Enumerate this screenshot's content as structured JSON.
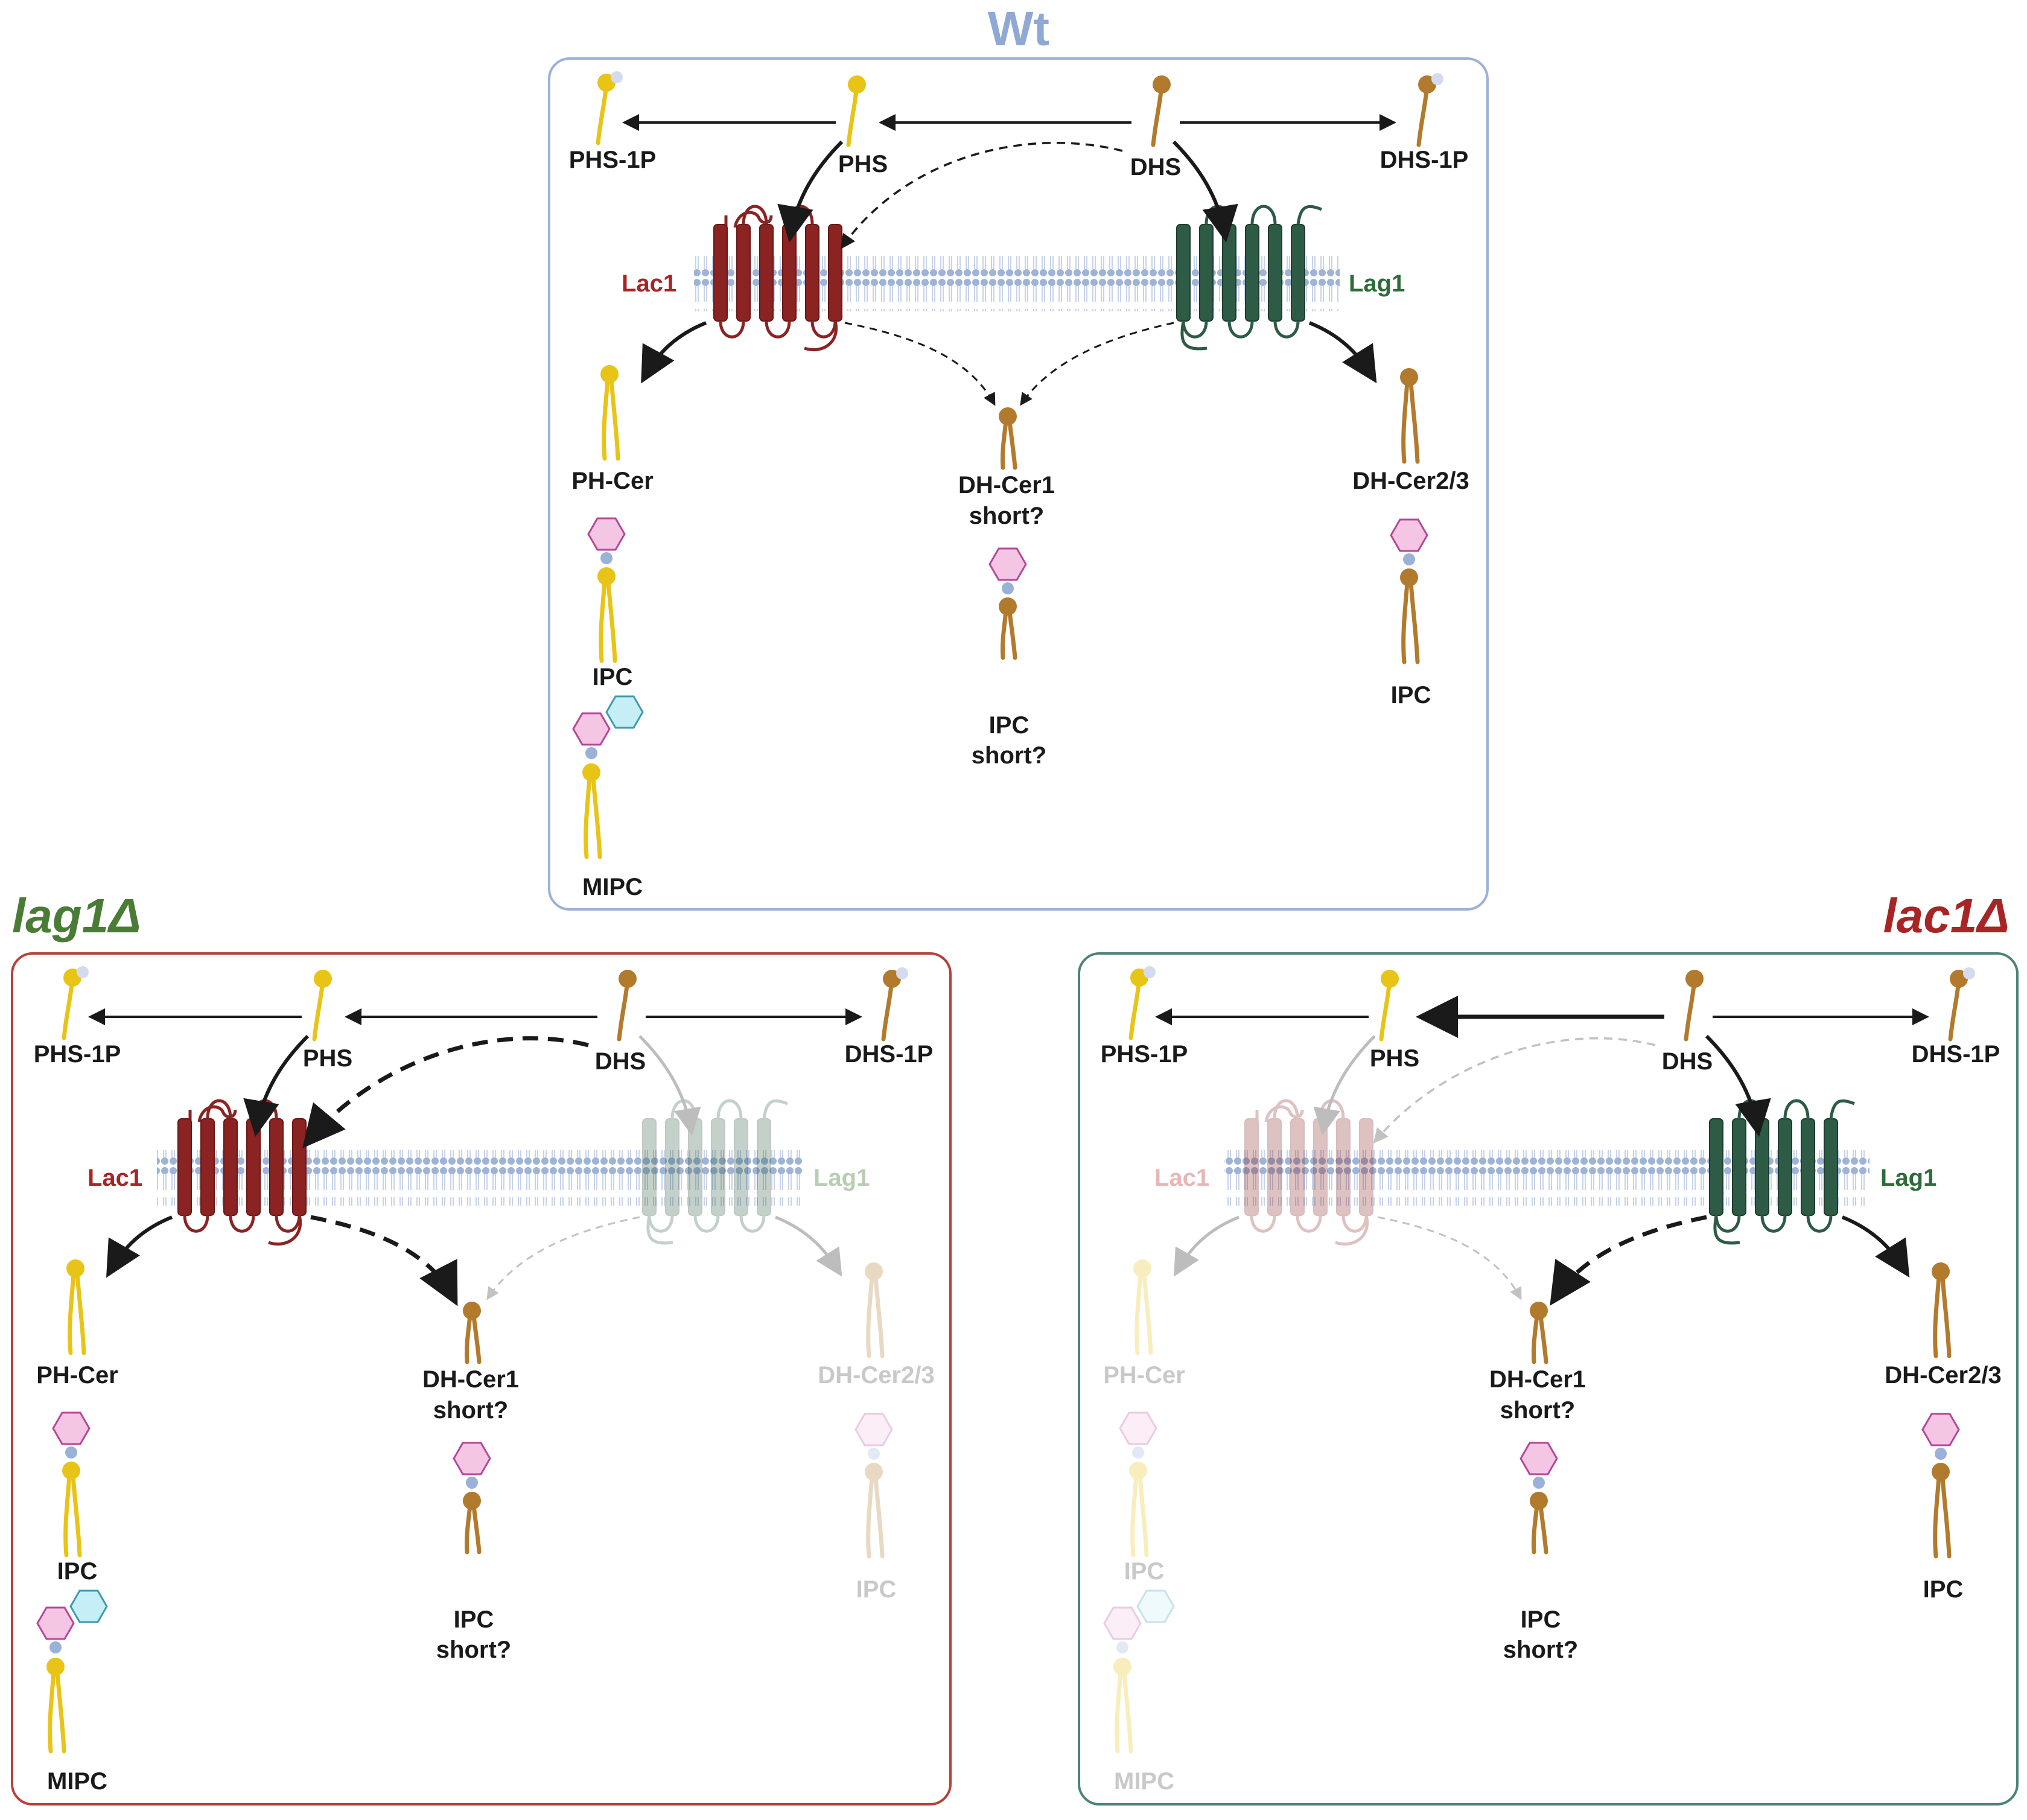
{
  "titles": {
    "wt": "Wt",
    "lag1": "lag1Δ",
    "lac1": "lac1Δ"
  },
  "labels": {
    "phs1p": "PHS-1P",
    "phs": "PHS",
    "dhs": "DHS",
    "dhs1p": "DHS-1P",
    "lac1": "Lac1",
    "lag1": "Lag1",
    "phcer": "PH-Cer",
    "dhcer1": "DH-Cer1",
    "short": "short?",
    "dhcer23": "DH-Cer2/3",
    "ipc": "IPC",
    "mipc": "MIPC"
  },
  "colors": {
    "wt_title": "#8fa8d6",
    "wt_border": "#9db0d8",
    "lag1_title": "#4a7c36",
    "lag1_border": "#b5413b",
    "lac1_title": "#a72525",
    "lac1_border": "#4c8378",
    "lac1_enzyme": "#8b2323",
    "lag1_enzyme": "#2e5b46",
    "phs_yellow": "#e8c417",
    "dhs_brown": "#b27a2c",
    "inositol_pink": "#f4c6e3",
    "mannose_cyan": "#c6eef6",
    "phosphate_blue": "#9ab1d8",
    "membrane_head": "#9eb3d5"
  }
}
